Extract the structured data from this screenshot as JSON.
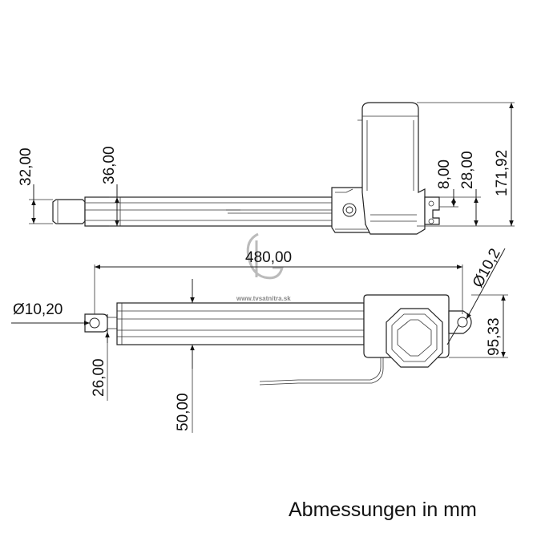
{
  "dimensions": {
    "side_height_rod_end": "32,00",
    "side_height_tube": "36,00",
    "side_small_offset": "8,00",
    "side_mount_offset": "28,00",
    "side_total_height": "171,92",
    "top_length": "480,00",
    "top_hole_left": "Ø10,20",
    "top_hole_right": "Ø10,2",
    "top_end_width": "26,00",
    "top_tube_width": "50,00",
    "top_motor_width": "95,33"
  },
  "watermark": "www.tvsatnitra.sk",
  "caption": "Abmessungen in mm"
}
